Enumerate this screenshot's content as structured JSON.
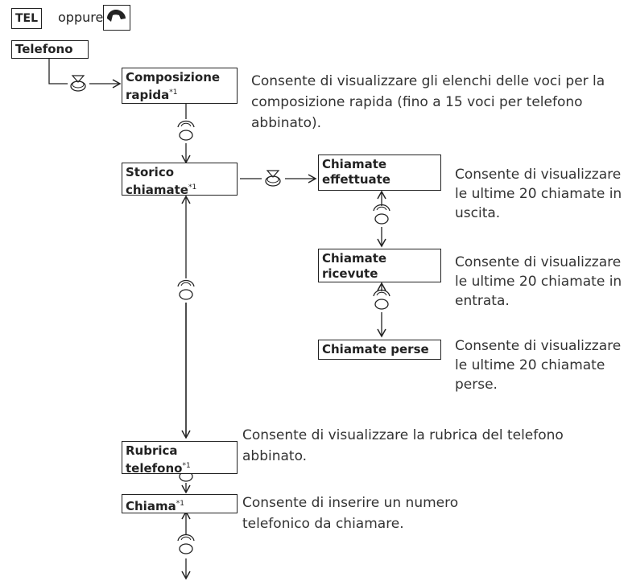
{
  "header": {
    "tel_label": "TEL",
    "or_text": "oppure",
    "phone_icon": "phone-handset-icon"
  },
  "root": {
    "label": "Telefono"
  },
  "nodes": {
    "composizione": {
      "line1": "Composizione",
      "line2": "rapida",
      "sup": "*1",
      "desc": "Consente di visualizzare gli elenchi delle voci per la composizione rapida (fino a 15 voci per telefono abbinato)."
    },
    "storico": {
      "line1": "Storico",
      "line2": "chiamate",
      "sup": "*1"
    },
    "effettuate": {
      "line1": "Chiamate",
      "line2": "effettuate",
      "desc": "Consente di visualizzare le ultime 20 chiamate in uscita."
    },
    "ricevute": {
      "line1": "Chiamate",
      "line2": "ricevute",
      "desc": "Consente di visualizzare le ultime 20 chiamate in entrata."
    },
    "perse": {
      "line1": "Chiamate perse",
      "desc": "Consente di visualizzare le ultime 20 chiamate perse."
    },
    "rubrica": {
      "line1": "Rubrica",
      "line2": "telefono",
      "sup": "*1",
      "desc": "Consente di visualizzare la rubrica del telefono abbinato."
    },
    "chiama": {
      "line1": "Chiama",
      "sup": "*1",
      "desc": "Consente di inserire un numero telefonico da chiamare."
    }
  },
  "icons": {
    "press": "press-knob-icon",
    "rotate": "rotate-knob-icon"
  },
  "colors": {
    "line": "#222222",
    "text": "#333333"
  }
}
